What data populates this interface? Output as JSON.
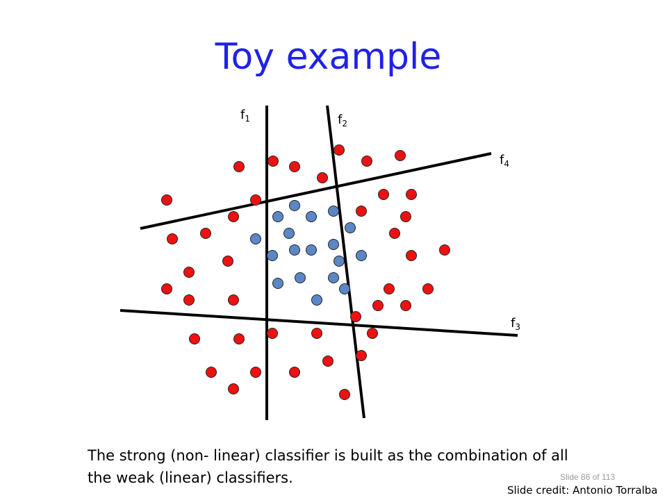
{
  "title": "Toy example",
  "classifiers": [
    {
      "id": "f1",
      "base": "f",
      "sub": "1"
    },
    {
      "id": "f2",
      "base": "f",
      "sub": "2"
    },
    {
      "id": "f3",
      "base": "f",
      "sub": "3"
    },
    {
      "id": "f4",
      "base": "f",
      "sub": "4"
    }
  ],
  "caption": "The strong (non- linear) classifier is built as the combination of all the weak (linear) classifiers.",
  "slide_number": "Slide 86 of 113",
  "credit": "Slide credit: Antonio Torralba",
  "colors": {
    "title": "#1f22e6",
    "positive_point": "#ee1111",
    "negative_point": "#5b87c5",
    "line": "#000000"
  }
}
